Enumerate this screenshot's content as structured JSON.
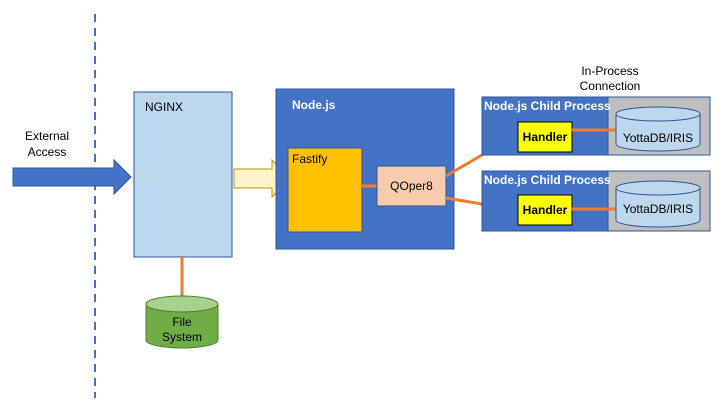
{
  "external": {
    "label_line1": "External",
    "label_line2": "Access"
  },
  "nginx": {
    "label": "NGINX"
  },
  "filesystem": {
    "label_line1": "File",
    "label_line2": "System"
  },
  "nodejs": {
    "label": "Node.js"
  },
  "fastify": {
    "label": "Fastify"
  },
  "qoper8": {
    "label": "QOper8"
  },
  "inprocess": {
    "label_line1": "In-Process",
    "label_line2": "Connection"
  },
  "child_processes": [
    {
      "title": "Node.js Child Process",
      "handler": "Handler",
      "db": "YottaDB/IRIS"
    },
    {
      "title": "Node.js Child Process",
      "handler": "Handler",
      "db": "YottaDB/IRIS"
    }
  ],
  "colors": {
    "nginx_fill": "#bdd7ee",
    "nodejs_fill": "#4472c4",
    "fastify_fill": "#ffc000",
    "qoper8_fill": "#f8cbad",
    "handler_fill": "#ffff00",
    "db_fill": "#bdd7ee",
    "filesystem_fill": "#70ad47",
    "connector": "#ed7d31",
    "arrow_blue": "#4472c4",
    "arrow_cream": "#fff2cc",
    "dashed_line": "#4472c4"
  }
}
